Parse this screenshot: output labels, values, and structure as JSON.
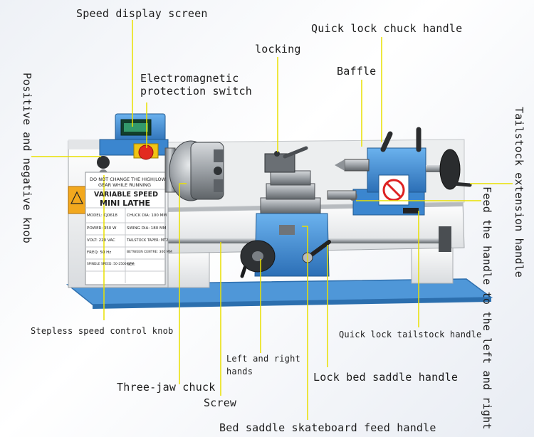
{
  "labels": {
    "speed_display": "Speed display screen",
    "quick_lock_chuck": "Quick lock chuck handle",
    "locking": "locking",
    "electromagnetic_1": "Electromagnetic",
    "electromagnetic_2": "protection switch",
    "baffle": "Baffle",
    "positive_negative_knob": "Positive and negative knob",
    "tailstock_extension": "Tailstock extension handle",
    "feed_handle": "Feed the handle to the left and right",
    "stepless_knob": "Stepless speed control knob",
    "quick_lock_tailstock": "Quick lock tailstock handle",
    "left_right_1": "Left and right",
    "left_right_2": "hands",
    "lock_bed_saddle": "Lock bed saddle handle",
    "three_jaw_chuck": "Three-jaw chuck",
    "screw": "Screw",
    "bed_saddle_feed": "Bed saddle skateboard feed handle"
  },
  "plate": {
    "warning_1": "DO NOT CHANGE THE HIGH/LOW",
    "warning_2": "GEAR WHILE RUNNING",
    "title_1": "VARIABLE SPEED",
    "title_2": "MINI LATHE",
    "rows": [
      [
        "MODEL: CJ0618",
        "CHUCK DIA: 100 MM"
      ],
      [
        "POWER: 350 W",
        "SWING DIA: 180 MM"
      ],
      [
        "VOLT: 220 VAC",
        "TAILSTOCK TAPER: MT2"
      ],
      [
        "FREQ: 50 Hz",
        "BETWEEN CENTRE: 300 MM"
      ],
      [
        "SPINDLE SPEED: 50-2500 RPM",
        "NO.:"
      ]
    ]
  },
  "colors": {
    "accent_line": "#e9e000",
    "machine_white": "#f1f2f0",
    "machine_blue": "#3b86cf",
    "metal": "#9ea3a8",
    "dark_metal": "#3c3f42"
  }
}
